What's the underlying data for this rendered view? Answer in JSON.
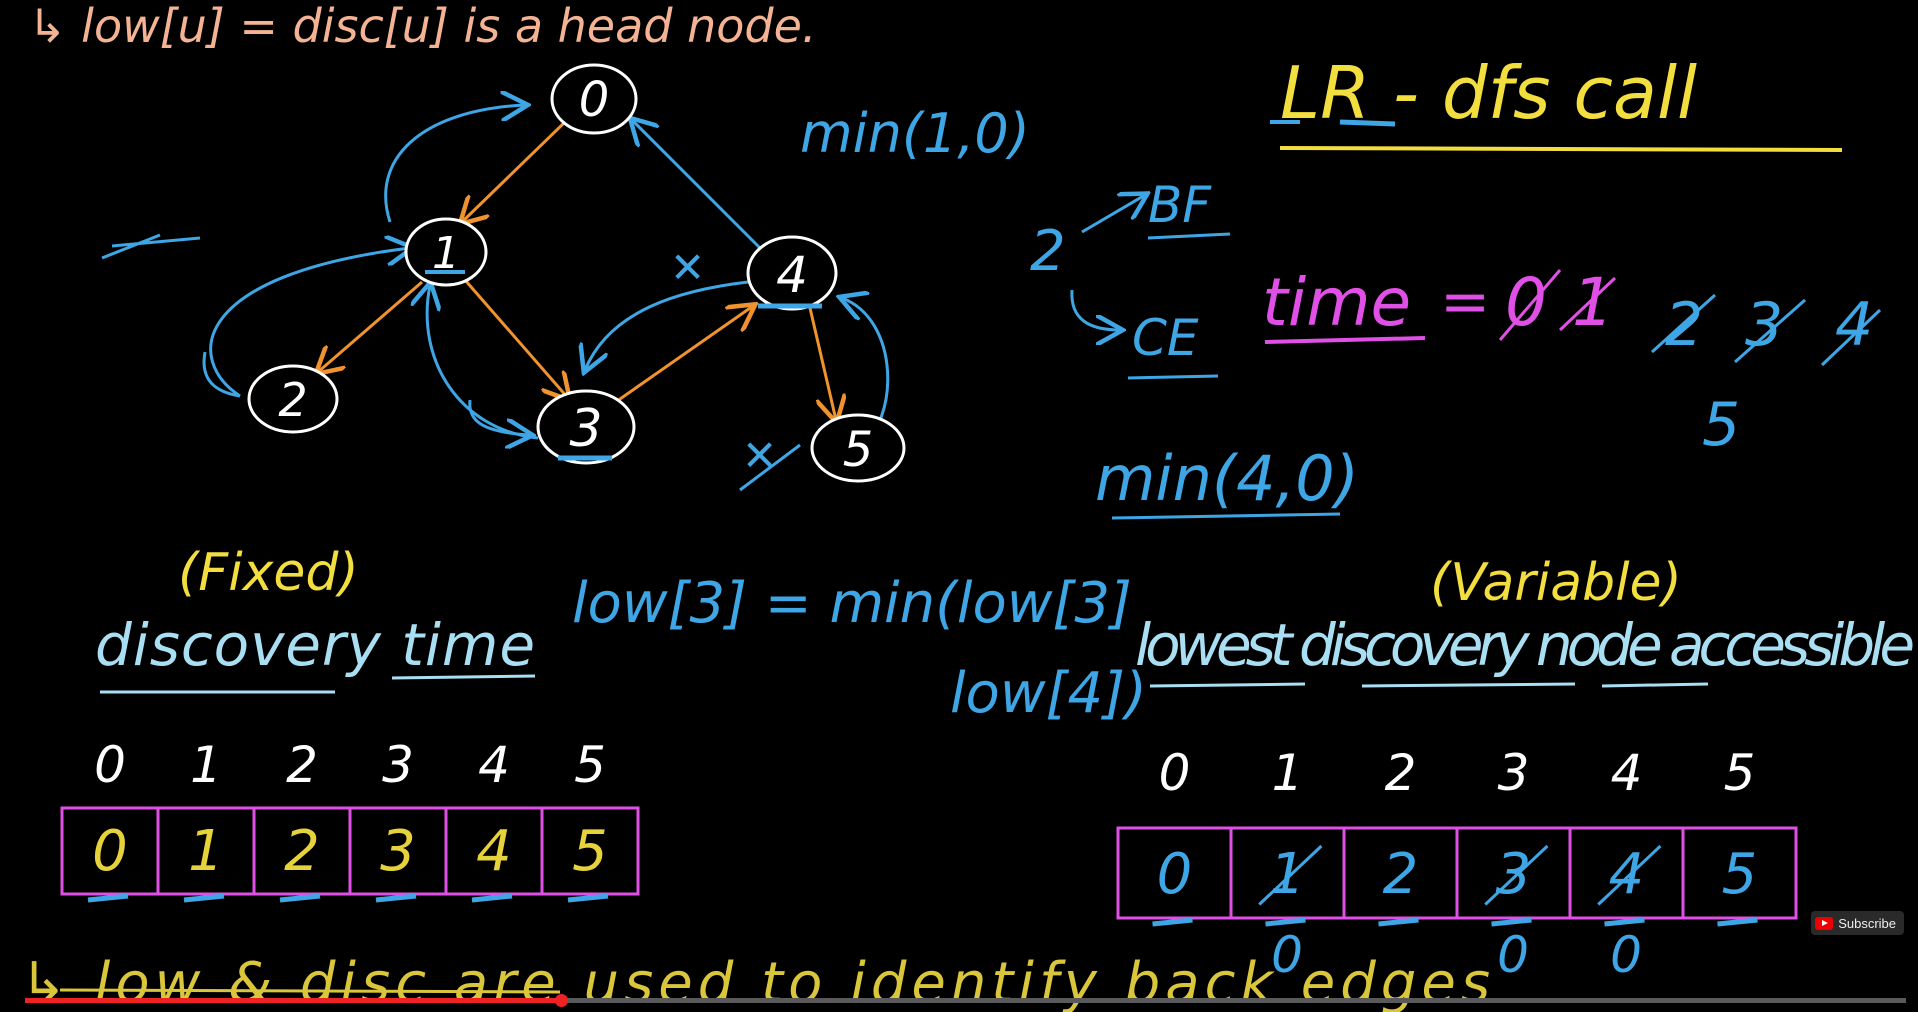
{
  "video": {
    "progress_fraction": 0.285,
    "subscribe_label": "Subscribe"
  },
  "colors": {
    "peach": "#f4b493",
    "white": "#ffffff",
    "blue": "#3fa6e6",
    "orange": "#f0922e",
    "yellow": "#f3de3f",
    "magenta": "#e050e6",
    "red": "#e22222"
  },
  "board": {
    "top_note": "↳ low[u] = disc[u] is a head node.",
    "graph": {
      "nodes": [
        "0",
        "1",
        "2",
        "3",
        "4",
        "5"
      ],
      "min_1_0": "min(1,0)",
      "mark_4": "✕",
      "mark_5": "✕"
    },
    "right_panel": {
      "title": "LR - dfs call",
      "two": "2",
      "bf": "BF",
      "ce": "CE",
      "time_label": "time",
      "equals": "=",
      "time_struck": [
        "0",
        "1"
      ],
      "time_struck2": [
        "2",
        "3",
        "4"
      ],
      "time_next": "5",
      "min_4_0": "min(4,0)"
    },
    "left_array": {
      "tag": "(Fixed)",
      "label": "discovery time",
      "indices": [
        "0",
        "1",
        "2",
        "3",
        "4",
        "5"
      ],
      "values": [
        "0",
        "1",
        "2",
        "3",
        "4",
        "5"
      ]
    },
    "formula": {
      "line1": "low[3] = min(low[3]",
      "line2": "low[4])"
    },
    "right_array": {
      "tag": "(Variable)",
      "label": "lowest discovery node accessible",
      "indices": [
        "0",
        "1",
        "2",
        "3",
        "4",
        "5"
      ],
      "values": [
        "0",
        "1",
        "2",
        "3",
        "4",
        "5"
      ],
      "below": [
        "0",
        "0",
        "0"
      ]
    },
    "bottom_note": "↳ low & disc are used to identify back edges"
  }
}
